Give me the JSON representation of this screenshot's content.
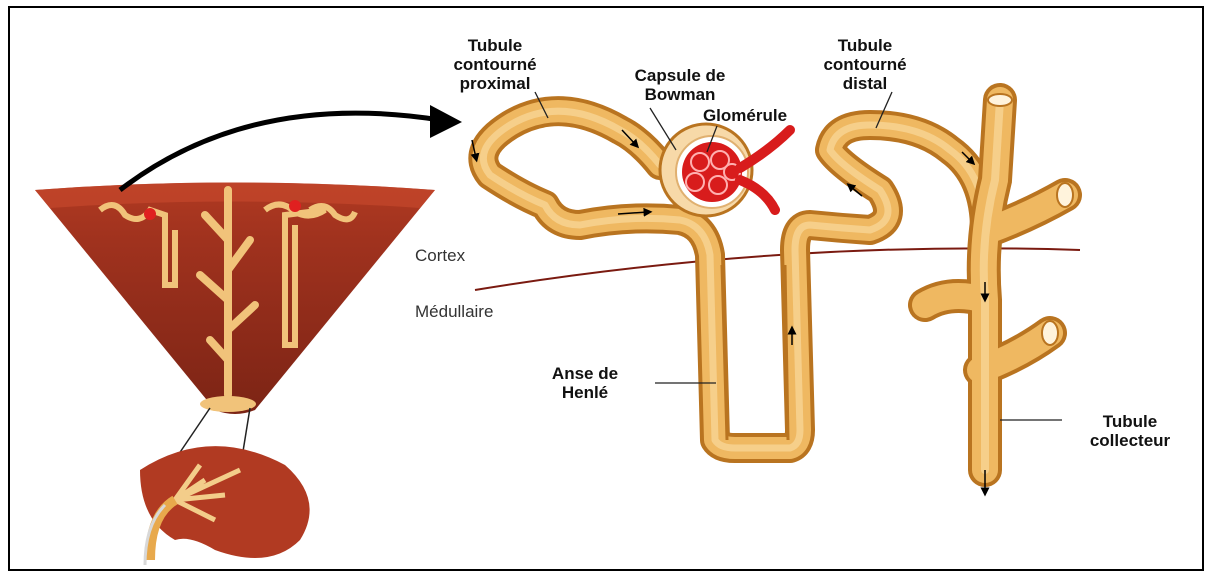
{
  "labels": {
    "proximal": [
      "Tubule",
      "contourné",
      "proximal"
    ],
    "bowman": [
      "Capsule de",
      "Bowman"
    ],
    "glomerule": "Glomérule",
    "distal": [
      "Tubule",
      "contourné",
      "distal"
    ],
    "cortex": "Cortex",
    "medullaire": "Médullaire",
    "henle": [
      "Anse de",
      "Henlé"
    ],
    "collecteur": [
      "Tubule",
      "collecteur"
    ]
  },
  "colors": {
    "tubule": "#e8a94c",
    "tubule_dark": "#b97420",
    "tissue": "#a83a22",
    "blood": "#d81c1c",
    "boundary": "#7a1a10"
  }
}
